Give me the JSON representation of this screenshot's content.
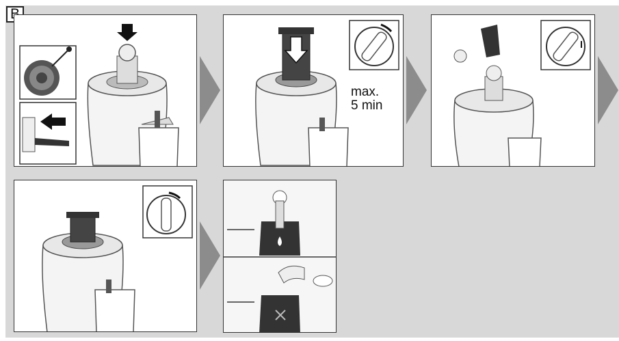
{
  "section_label": "B",
  "step2_note": {
    "line1": "max.",
    "line2": "5 min"
  }
}
